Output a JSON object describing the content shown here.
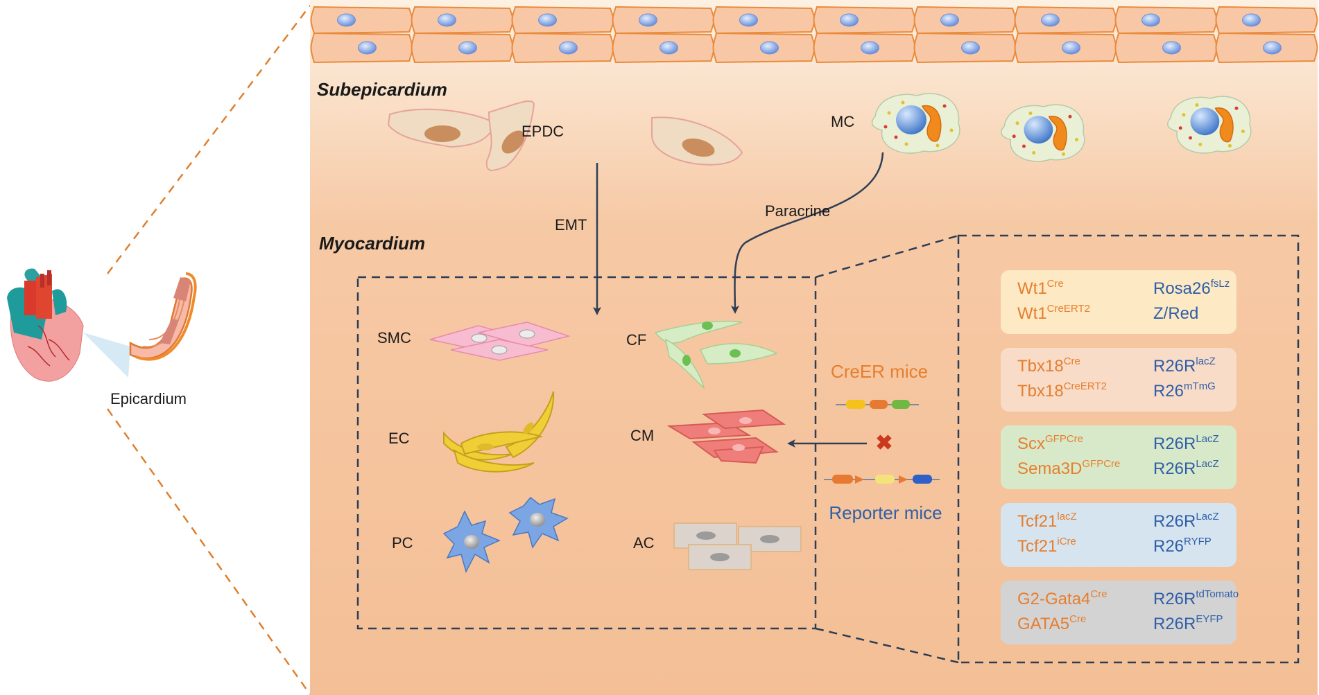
{
  "heart": {
    "label": "Epicardium"
  },
  "regions": {
    "subepicardium": "Subepicardium",
    "myocardium": "Myocardium"
  },
  "cells": {
    "epdc": "EPDC",
    "mc": "MC",
    "smc": "SMC",
    "cf": "CF",
    "ec": "EC",
    "cm": "CM",
    "pc": "PC",
    "ac": "AC"
  },
  "arrows": {
    "emt": "EMT",
    "paracrine": "Paracrine"
  },
  "mice": {
    "creer": "CreER mice",
    "reporter": "Reporter mice"
  },
  "colors": {
    "creer": "#e67e2e",
    "reporter": "#2f5fa7",
    "background": "#f6c4a0",
    "box_fill": [
      "#fde9c4",
      "#f8dcc8",
      "#d8e9c9",
      "#d6e4f0",
      "#d3d3d3"
    ]
  },
  "mouse_lines": [
    {
      "cre": [
        {
          "base": "Wt1",
          "sup": "Cre"
        },
        {
          "base": "Wt1",
          "sup": "CreERT2"
        }
      ],
      "reporter": [
        {
          "base": "Rosa26",
          "sup": "fsLz"
        },
        {
          "base": "Z/Red",
          "sup": ""
        }
      ]
    },
    {
      "cre": [
        {
          "base": "Tbx18",
          "sup": "Cre"
        },
        {
          "base": "Tbx18",
          "sup": "CreERT2"
        }
      ],
      "reporter": [
        {
          "base": "R26R",
          "sup": "lacZ"
        },
        {
          "base": "R26",
          "sup": "mTmG"
        }
      ]
    },
    {
      "cre": [
        {
          "base": "Scx",
          "sup": "GFPCre"
        },
        {
          "base": "Sema3D",
          "sup": "GFPCre"
        }
      ],
      "reporter": [
        {
          "base": "R26R",
          "sup": "LacZ"
        },
        {
          "base": "R26R",
          "sup": "LacZ"
        }
      ]
    },
    {
      "cre": [
        {
          "base": "Tcf21",
          "sup": "lacZ"
        },
        {
          "base": "Tcf21",
          "sup": "iCre"
        }
      ],
      "reporter": [
        {
          "base": "R26R",
          "sup": "LacZ"
        },
        {
          "base": "R26",
          "sup": "RYFP"
        }
      ]
    },
    {
      "cre": [
        {
          "base": "G2-Gata4",
          "sup": "Cre"
        },
        {
          "base": "GATA5",
          "sup": "Cre"
        }
      ],
      "reporter": [
        {
          "base": "R26R",
          "sup": "tdTomato"
        },
        {
          "base": "R26R",
          "sup": "EYFP"
        }
      ]
    }
  ]
}
